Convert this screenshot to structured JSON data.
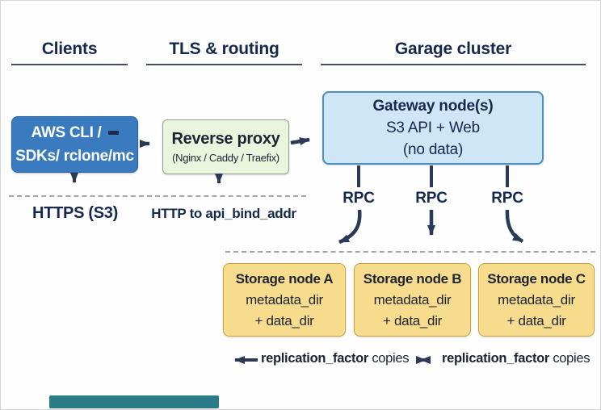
{
  "headers": [
    {
      "label": "Clients"
    },
    {
      "label": "TLS & routing"
    },
    {
      "label": "Garage cluster"
    }
  ],
  "client_box": {
    "line1": "AWS CLI /",
    "line2": "SDKs/ rclone/mc"
  },
  "proxy_box": {
    "title": "Reverse proxy",
    "subtitle": "(Nginx / Caddy / Traefix)"
  },
  "gateway_box": {
    "title": "Gateway node(s)",
    "line2": "S3 API + Web",
    "line3": "(no data)"
  },
  "protocol_labels": {
    "clients": "HTTPS (S3)",
    "proxy": "HTTP to api_bind_addr"
  },
  "rpc_labels": [
    "RPC",
    "RPC",
    "RPC"
  ],
  "storage_nodes": [
    {
      "title": "Storage node A",
      "line2": "metadata_dir",
      "line3": "+ data_dir"
    },
    {
      "title": "Storage node B",
      "line2": "metadata_dir",
      "line3": "+ data_dir"
    },
    {
      "title": "Storage node C",
      "line2": "metadata_dir",
      "line3": "+ data_dir"
    }
  ],
  "replication": [
    {
      "bold": "replication_factor",
      "rest": " copies"
    },
    {
      "bold": "replication_factor",
      "rest": " copies"
    }
  ],
  "colors": {
    "header_text": "#16294d",
    "client_box_fill": "#3a7abf",
    "proxy_box_fill": "#eaf5dd",
    "gateway_box_fill": "#cfe6f7",
    "gateway_box_border": "#4a90c4",
    "storage_box_fill": "#f8dc8e",
    "storage_box_border": "#c7a33c",
    "arrow": "#2b3a55",
    "progress_bar": "#2a7a88"
  }
}
